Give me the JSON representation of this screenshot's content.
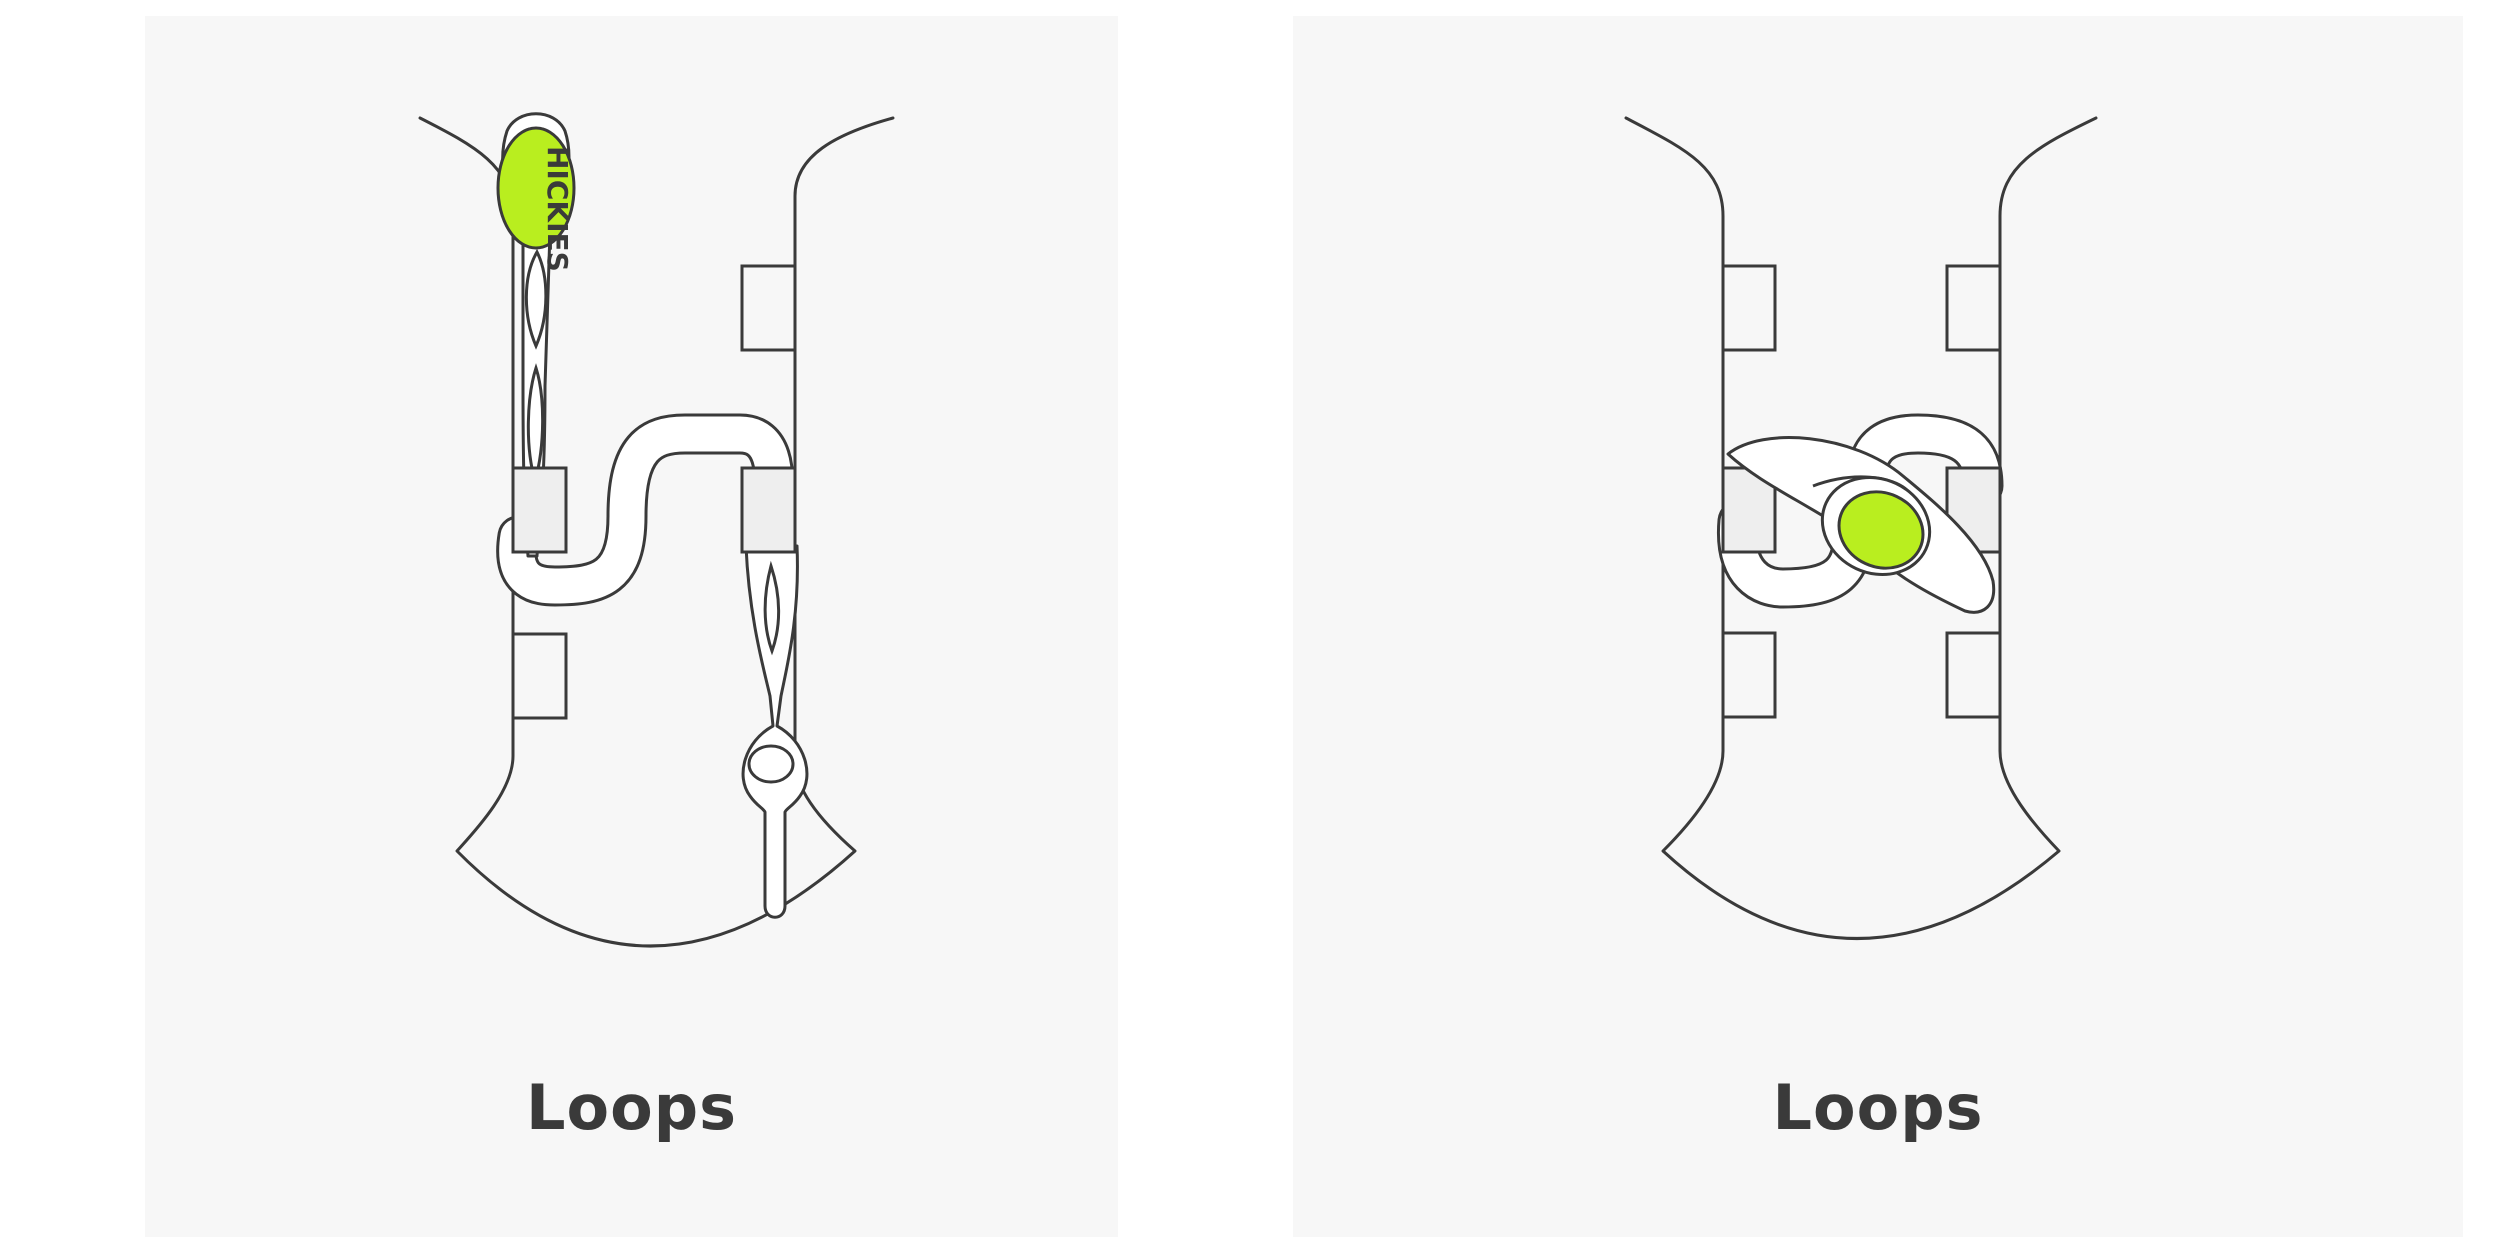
{
  "colors": {
    "background": "#ffffff",
    "panel": "#f7f7f7",
    "outline": "#3a3a3a",
    "fill_white": "#ffffff",
    "loop_fill": "#eeeeee",
    "accent_green": "#b9ee1f"
  },
  "panels": [
    {
      "caption": "Loops",
      "icon": "shoe-with-loops-lace-unfastened",
      "lace_brand": "HICKIES"
    },
    {
      "caption": "Loops",
      "icon": "shoe-with-loops-lace-fastened"
    }
  ]
}
